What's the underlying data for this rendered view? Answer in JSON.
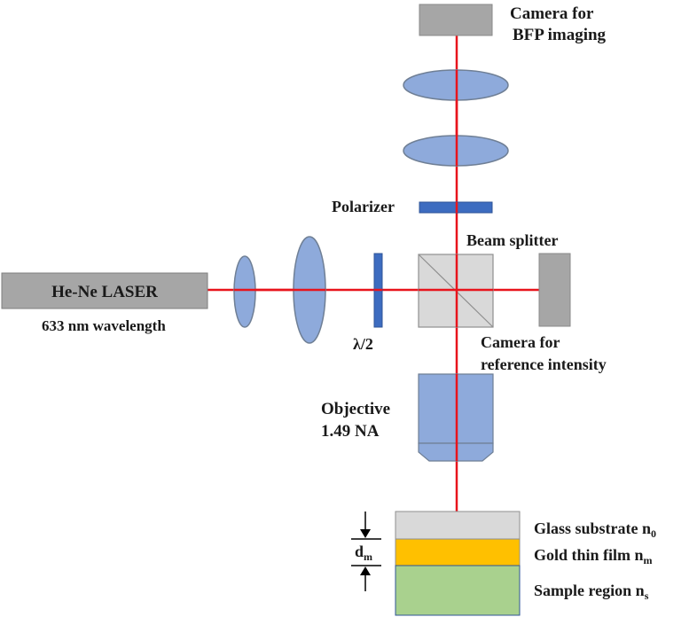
{
  "components": {
    "bfp_camera": {
      "line1": "Camera for",
      "line2": "BFP imaging"
    },
    "polarizer": {
      "label": "Polarizer"
    },
    "beam_splitter": {
      "label": "Beam splitter"
    },
    "laser": {
      "label": "He-Ne  LASER",
      "wavelength": "633 nm wavelength"
    },
    "half_wave_plate": {
      "label": "λ/2"
    },
    "reference_camera": {
      "line1": "Camera for",
      "line2": "reference intensity"
    },
    "objective": {
      "line1": "Objective",
      "line2": "1.49 NA"
    },
    "thickness": {
      "base": "d",
      "sub": "m"
    },
    "layers": [
      {
        "name": "Glass substrate n",
        "sub": "0"
      },
      {
        "name": "Gold thin film n",
        "sub": "m"
      },
      {
        "name": "Sample region n",
        "sub": "s"
      }
    ]
  },
  "colors": {
    "beam": "#e8141c",
    "lens": "#8eaadb",
    "lens_stroke": "#6f7f95",
    "plate": "#3d6cc0",
    "camera": "#a6a6a6",
    "splitter": "#d9d9d9",
    "glass": "#d9d9d9",
    "gold": "#ffc000",
    "sample": "#a9d18e"
  }
}
